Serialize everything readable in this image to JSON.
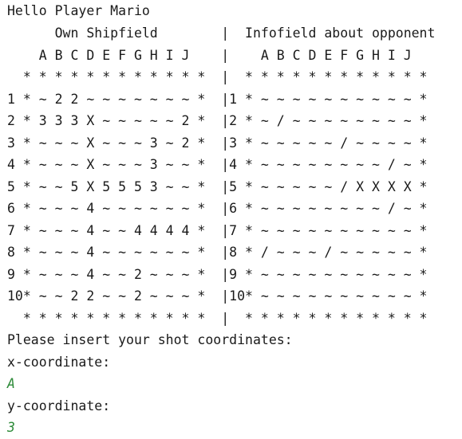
{
  "console": {
    "greeting": "Hello Player Mario",
    "board_header": "      Own Shipfield        |  Infofield about opponent",
    "col_headers": "    A B C D E F G H I J    |    A B C D E F G H I J",
    "border_top": "  * * * * * * * * * * * *  |  * * * * * * * * * * * *",
    "rows": [
      "1 * ~ 2 2 ~ ~ ~ ~ ~ ~ ~ *  |1 * ~ ~ ~ ~ ~ ~ ~ ~ ~ ~ *",
      "2 * 3 3 3 X ~ ~ ~ ~ ~ 2 *  |2 * ~ / ~ ~ ~ ~ ~ ~ ~ ~ *",
      "3 * ~ ~ ~ X ~ ~ ~ 3 ~ 2 *  |3 * ~ ~ ~ ~ ~ / ~ ~ ~ ~ *",
      "4 * ~ ~ ~ X ~ ~ ~ 3 ~ ~ *  |4 * ~ ~ ~ ~ ~ ~ ~ ~ / ~ *",
      "5 * ~ ~ 5 X 5 5 5 3 ~ ~ *  |5 * ~ ~ ~ ~ ~ / X X X X *",
      "6 * ~ ~ ~ 4 ~ ~ ~ ~ ~ ~ *  |6 * ~ ~ ~ ~ ~ ~ ~ ~ / ~ *",
      "7 * ~ ~ ~ 4 ~ ~ 4 4 4 4 *  |7 * ~ ~ ~ ~ ~ ~ ~ ~ ~ ~ *",
      "8 * ~ ~ ~ 4 ~ ~ ~ ~ ~ ~ *  |8 * / ~ ~ ~ / ~ ~ ~ ~ ~ *",
      "9 * ~ ~ ~ 4 ~ ~ 2 ~ ~ ~ *  |9 * ~ ~ ~ ~ ~ ~ ~ ~ ~ ~ *",
      "10* ~ ~ 2 2 ~ ~ 2 ~ ~ ~ *  |10* ~ ~ ~ ~ ~ ~ ~ ~ ~ ~ *"
    ],
    "border_bottom": "  * * * * * * * * * * * *  |  * * * * * * * * * * * *",
    "prompt_shot": "Please insert your shot coordinates:",
    "prompt_x": "x-coordinate:",
    "input_x": "A",
    "prompt_y": "y-coordinate:",
    "input_y": "3"
  },
  "colors": {
    "text": "#1a1a1a",
    "input_echo": "#2e8b3a",
    "background": "#ffffff"
  }
}
